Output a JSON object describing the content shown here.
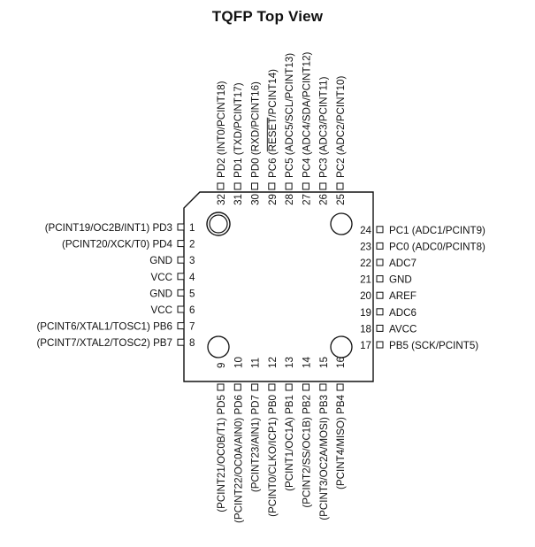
{
  "title": "TQFP Top View",
  "pins": {
    "left": [
      {
        "num": "1",
        "label": "(PCINT19/OC2B/INT1) PD3"
      },
      {
        "num": "2",
        "label": "(PCINT20/XCK/T0) PD4"
      },
      {
        "num": "3",
        "label": "GND"
      },
      {
        "num": "4",
        "label": "VCC"
      },
      {
        "num": "5",
        "label": "GND"
      },
      {
        "num": "6",
        "label": "VCC"
      },
      {
        "num": "7",
        "label": "(PCINT6/XTAL1/TOSC1) PB6"
      },
      {
        "num": "8",
        "label": "(PCINT7/XTAL2/TOSC2) PB7"
      }
    ],
    "bottom": [
      {
        "num": "9",
        "label": "(PCINT21/OC0B/T1) PD5"
      },
      {
        "num": "10",
        "label": "(PCINT22/OC0A/AIN0) PD6"
      },
      {
        "num": "11",
        "label": "(PCINT23/AIN1) PD7"
      },
      {
        "num": "12",
        "label": "(PCINT0/CLKO/ICP1) PB0"
      },
      {
        "num": "13",
        "label": "(PCINT1/OC1A) PB1"
      },
      {
        "num": "14",
        "label": "(PCINT2/SS/OC1B) PB2"
      },
      {
        "num": "15",
        "label": "(PCINT3/OC2A/MOSI) PB3"
      },
      {
        "num": "16",
        "label": "(PCINT4/MISO) PB4"
      }
    ],
    "right": [
      {
        "num": "17",
        "label": "PB5 (SCK/PCINT5)"
      },
      {
        "num": "18",
        "label": "AVCC"
      },
      {
        "num": "19",
        "label": "ADC6"
      },
      {
        "num": "20",
        "label": "AREF"
      },
      {
        "num": "21",
        "label": "GND"
      },
      {
        "num": "22",
        "label": "ADC7"
      },
      {
        "num": "23",
        "label": "PC0 (ADC0/PCINT8)"
      },
      {
        "num": "24",
        "label": "PC1 (ADC1/PCINT9)"
      }
    ],
    "top": [
      {
        "num": "25",
        "label": "PC2 (ADC2/PCINT10)"
      },
      {
        "num": "26",
        "label": "PC3 (ADC3/PCINT11)"
      },
      {
        "num": "27",
        "label": "PC4 (ADC4/SDA/PCINT12)"
      },
      {
        "num": "28",
        "label": "PC5 (ADC5/SCL/PCINT13)"
      },
      {
        "num": "29",
        "label": "PC6 (RESET/PCINT14)"
      },
      {
        "num": "30",
        "label": "PD0 (RXD/PCINT16)"
      },
      {
        "num": "31",
        "label": "PD1 (TXD/PCINT17)"
      },
      {
        "num": "32",
        "label": "PD2 (INT0/PCINT18)"
      }
    ]
  }
}
